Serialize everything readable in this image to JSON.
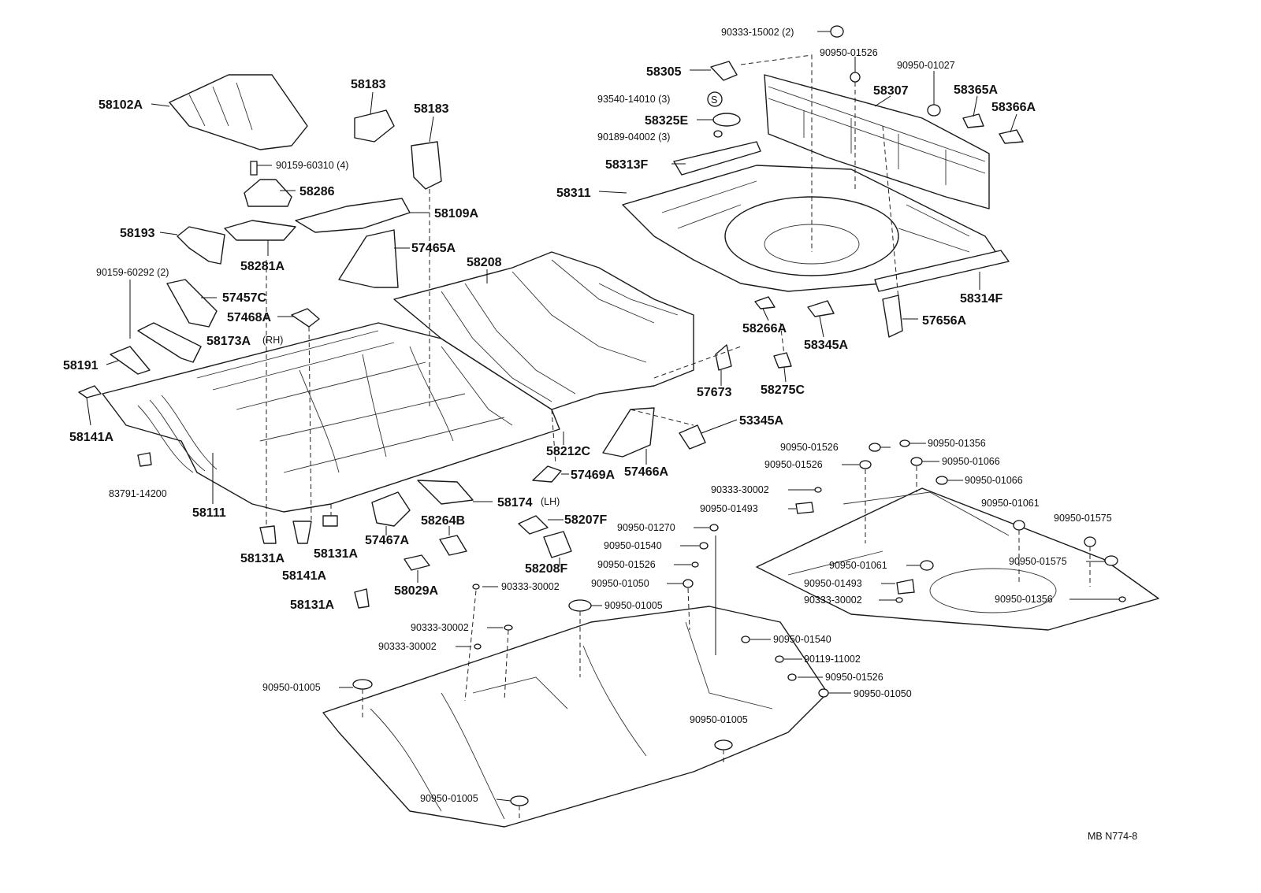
{
  "diagram_code": "MB N774-8",
  "callouts": {
    "c_90333_15002": "90333-15002 (2)",
    "c_90950_01526_a": "90950-01526",
    "c_58305": "58305",
    "c_90950_01027": "90950-01027",
    "c_58307": "58307",
    "c_58365A": "58365A",
    "c_58366A": "58366A",
    "c_93540_14010": "93540-14010 (3)",
    "c_s_mark": "S",
    "c_58325E": "58325E",
    "c_90189_04002": "90189-04002 (3)",
    "c_58313F": "58313F",
    "c_58311": "58311",
    "c_58314F": "58314F",
    "c_58102A": "58102A",
    "c_58183_a": "58183",
    "c_58183_b": "58183",
    "c_90159_60310": "90159-60310 (4)",
    "c_58286": "58286",
    "c_58109A": "58109A",
    "c_58193": "58193",
    "c_58281A": "58281A",
    "c_57465A": "57465A",
    "c_58208": "58208",
    "c_90159_60292": "90159-60292 (2)",
    "c_57457C": "57457C",
    "c_57468A": "57468A",
    "c_58173A": "58173A",
    "c_rh": "(RH)",
    "c_58191": "58191",
    "c_58141A_a": "58141A",
    "c_83791_14200": "83791-14200",
    "c_58111": "58111",
    "c_58131A_a": "58131A",
    "c_58141A_b": "58141A",
    "c_58131A_b": "58131A",
    "c_58131A_c": "58131A",
    "c_57467A": "57467A",
    "c_58264B": "58264B",
    "c_58029A": "58029A",
    "c_58174": "58174",
    "c_lh": "(LH)",
    "c_58212C": "58212C",
    "c_57469A": "57469A",
    "c_57466A": "57466A",
    "c_58207F": "58207F",
    "c_58208F": "58208F",
    "c_58266A": "58266A",
    "c_58345A": "58345A",
    "c_57656A": "57656A",
    "c_57673": "57673",
    "c_58275C": "58275C",
    "c_53345A": "53345A",
    "c_90950_01526_b": "90950-01526",
    "c_90950_01356_a": "90950-01356",
    "c_90950_01526_c": "90950-01526",
    "c_90950_01066_a": "90950-01066",
    "c_90950_01066_b": "90950-01066",
    "c_90333_30002_a": "90333-30002",
    "c_90950_01493_a": "90950-01493",
    "c_90950_01061_a": "90950-01061",
    "c_90950_01575_a": "90950-01575",
    "c_90950_01270": "90950-01270",
    "c_90950_01540_a": "90950-01540",
    "c_90950_01526_d": "90950-01526",
    "c_90950_01061_b": "90950-01061",
    "c_90950_01575_b": "90950-01575",
    "c_90950_01493_b": "90950-01493",
    "c_90950_01050_a": "90950-01050",
    "c_90333_30002_b": "90333-30002",
    "c_90950_01356_b": "90950-01356",
    "c_90333_30002_c": "90333-30002",
    "c_90950_01005_a": "90950-01005",
    "c_90333_30002_d": "90333-30002",
    "c_90950_01540_b": "90950-01540",
    "c_90333_30002_e": "90333-30002",
    "c_90119_11002": "90119-11002",
    "c_90950_01526_e": "90950-01526",
    "c_90950_01005_b": "90950-01005",
    "c_90950_01050_b": "90950-01050",
    "c_90950_01005_c": "90950-01005",
    "c_90950_01005_d": "90950-01005"
  }
}
